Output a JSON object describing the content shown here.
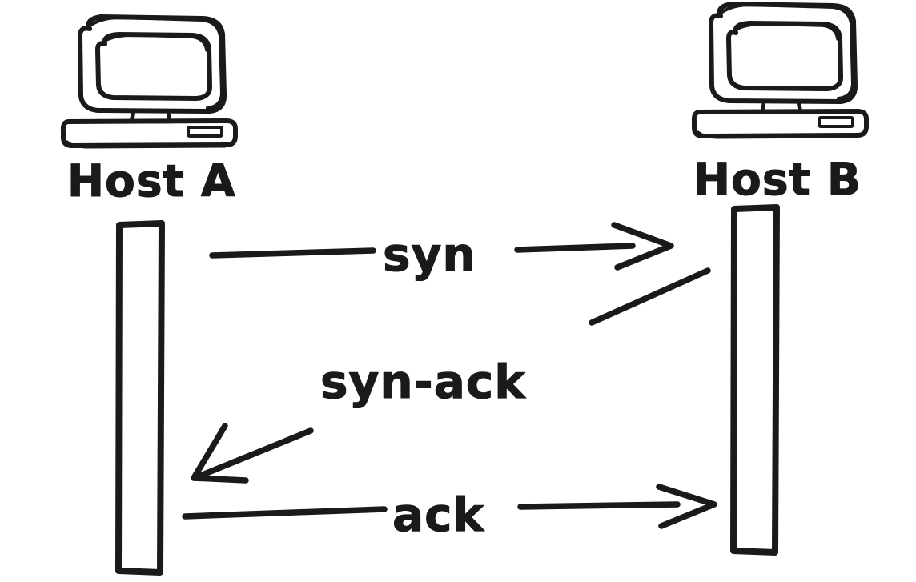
{
  "diagram": {
    "title": "TCP three-way handshake sequence diagram",
    "style": "hand-drawn sketch",
    "background_color": "#ffffff",
    "ink_color": "#1a1a1a"
  },
  "hosts": [
    {
      "id": "host-a",
      "label": "Host A",
      "side": "left",
      "icon": "desktop-computer-icon"
    },
    {
      "id": "host-b",
      "label": "Host B",
      "side": "right",
      "icon": "desktop-computer-icon"
    }
  ],
  "messages": [
    {
      "id": "msg-syn",
      "label": "syn",
      "direction": "left-to-right",
      "order": 1
    },
    {
      "id": "msg-syn-ack",
      "label": "syn-ack",
      "direction": "right-to-left",
      "order": 2
    },
    {
      "id": "msg-ack",
      "label": "ack",
      "direction": "left-to-right",
      "order": 3
    }
  ],
  "lifelines": [
    {
      "id": "lifeline-a",
      "host": "Host A"
    },
    {
      "id": "lifeline-b",
      "host": "Host B"
    }
  ]
}
